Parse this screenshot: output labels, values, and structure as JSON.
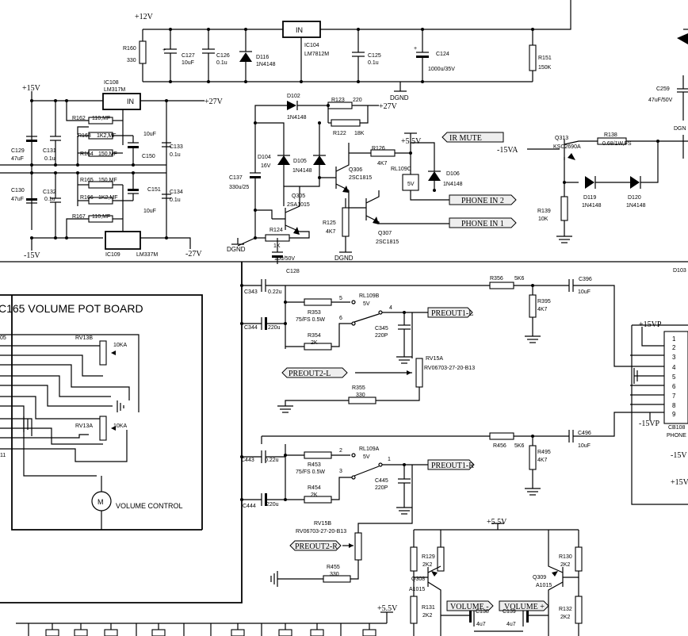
{
  "rails": {
    "p12": "+12V",
    "p15": "+15V",
    "n15": "-15V",
    "p27a": "+27V",
    "n27": "-27V",
    "p27b": "+27V",
    "p55a": "+5.5V",
    "n15va": "-15VA",
    "p55b": "+5.5V",
    "p55c": "+5.5V",
    "dgnd1": "DGND",
    "dgnd2": "DGND",
    "dgnd3": "DGND",
    "dgnd4": "DGND",
    "p15vp": "+15VP",
    "n15vp": "-15VP",
    "n15r": "-15V",
    "p15r": "+15V"
  },
  "ics": {
    "ic104": {
      "box": "IN",
      "ref": "IC104",
      "part": "LM7812M"
    },
    "ic108": {
      "box": "IN",
      "ref": "IC108",
      "part": "LM317M"
    },
    "ic109": {
      "ref": "IC109",
      "part": "LM337M"
    },
    "d103": "D103"
  },
  "labels": {
    "r160": "R160",
    "r160v": "330",
    "c127": "C127",
    "c127v": "10uF",
    "c126": "C126",
    "c126v": "0.1u",
    "d116": "D116",
    "d116v": "1N4148",
    "c125": "C125",
    "c125v": "0.1u",
    "c124": "C124",
    "c124v": "1000u/35V",
    "r151": "R151",
    "r151v": "150K",
    "c259": "C259",
    "c259v": "47uF/50V",
    "c259g": "DGN",
    "r162": "R162",
    "r162v": "110,MF",
    "r163": "R163",
    "r163v": "1K2,MF",
    "r164": "R164",
    "r164v": "150,MF",
    "c150v": "10uF",
    "c150": "C150",
    "c133": "C133",
    "c133v": "0.1u",
    "c129": "C129",
    "c129v": "47uF",
    "c131": "C131",
    "c131v": "0.1u",
    "r165": "R165",
    "r165v": "150,MF",
    "r166": "R166",
    "r166v": "1K2,MF",
    "c151": "C151",
    "c151v": "10uF",
    "c134": "C134",
    "c134v": "0.1u",
    "c130": "C130",
    "c130v": "47uF",
    "c132": "C132",
    "c132v": "0.1u",
    "r167": "R167",
    "r167v": "110,MF",
    "d102": "D102",
    "d102v": "1N4148",
    "r123": "R123",
    "r123v": "220",
    "r122": "R122",
    "r122v": "18K",
    "d104": "D104",
    "d104v": "16V",
    "d105": "D105",
    "d105v": "1N4148",
    "c137": "C137",
    "c137v": "330u/25",
    "q305": "Q305",
    "q305v": "2SA1015",
    "r124": "R124",
    "r124v": "1K",
    "c128v": "10u/50V",
    "c128": "C128",
    "r126": "R126",
    "r126v": "4K7",
    "rl109c": "RL109C",
    "rl109cv": "5V",
    "d106": "D106",
    "d106v": "1N4148",
    "q306": "Q306",
    "q306v": "2SC1815",
    "r125": "R125",
    "r125v": "4K7",
    "q307": "Q307",
    "q307v": "2SC1815",
    "q313": "Q313",
    "q313v": "KSC2690A",
    "r138": "R138",
    "r138v": "0.68/1W,FS",
    "r139": "R139",
    "r139v": "10K",
    "d119": "D119",
    "d119v": "1N4148",
    "d120": "D120",
    "d120v": "1N4148",
    "c343": "C343",
    "c343v": "0.22u",
    "c344": "C344",
    "c344v": "220u",
    "r353": "R353",
    "r353v": "75/FS 0.5W",
    "r354": "R354",
    "r354v": "2K",
    "rl109b": "RL109B",
    "rl109bv": "5V",
    "c345": "C345",
    "c345v": "220P",
    "r356": "R356",
    "r356v": "5K6",
    "c396": "C396",
    "c396v": "10uF",
    "r395": "R395",
    "r395v": "4K7",
    "rv15a": "RV15A",
    "rv15av": "RV06703-27-20-B13",
    "r355": "R355",
    "r355v": "330",
    "c443": "C443",
    "c443v": "0.22u",
    "c444": "C444",
    "c444v": "220u",
    "r453": "R453",
    "r453v": "75/FS 0.5W",
    "r454": "R454",
    "r454v": "2K",
    "rl109a": "RL109A",
    "rl109av": "5V",
    "c445": "C445",
    "c445v": "220P",
    "r456": "R456",
    "r456v": "5K6",
    "c496": "C496",
    "c496v": "10uF",
    "r495": "R495",
    "r495v": "4K7",
    "rv15b": "RV15B",
    "rv15bv": "RV06703-27-20-B13",
    "r455": "R455",
    "r455v": "330",
    "r129": "R129",
    "r129v": "2K2",
    "q308": "Q308",
    "q308v": "A1015",
    "r131": "R131",
    "r131v": "2K2",
    "c138": "C138",
    "c138v": "4u7",
    "c139": "C139",
    "c139v": "4u7",
    "q309": "Q309",
    "q309v": "A1015",
    "r130": "R130",
    "r130v": "2K2",
    "r132": "R132",
    "r132v": "2K2",
    "rv13b": "RV13B",
    "rv13bv": "10KA",
    "rv13a": "RV13A",
    "rv13av": "10KA",
    "motor": "M",
    "motorv": "VOLUME CONTROL",
    "cb108": "CB108",
    "phone": "PHONE",
    "pin5": "5",
    "pin4": "4",
    "pin6": "6",
    "pin2": "2",
    "pin1": "1",
    "pin3": "3",
    "edge05": "05",
    "edge11": "11"
  },
  "flags": {
    "ir_mute": "IR MUTE",
    "phone_in2": "PHONE IN 2",
    "phone_in1": "PHONE IN 1",
    "preout1l": "PREOUT1-L",
    "preout2l": "PREOUT2-L",
    "preout1r": "PREOUT1-R",
    "preout2r": "PREOUT2-R",
    "volminus": "VOLUME -",
    "volplus": "VOLUME +"
  },
  "board": {
    "title": "C165 VOLUME POT BOARD"
  },
  "connector": {
    "pins": [
      "1",
      "2",
      "3",
      "4",
      "5",
      "6",
      "7",
      "8",
      "9"
    ]
  }
}
